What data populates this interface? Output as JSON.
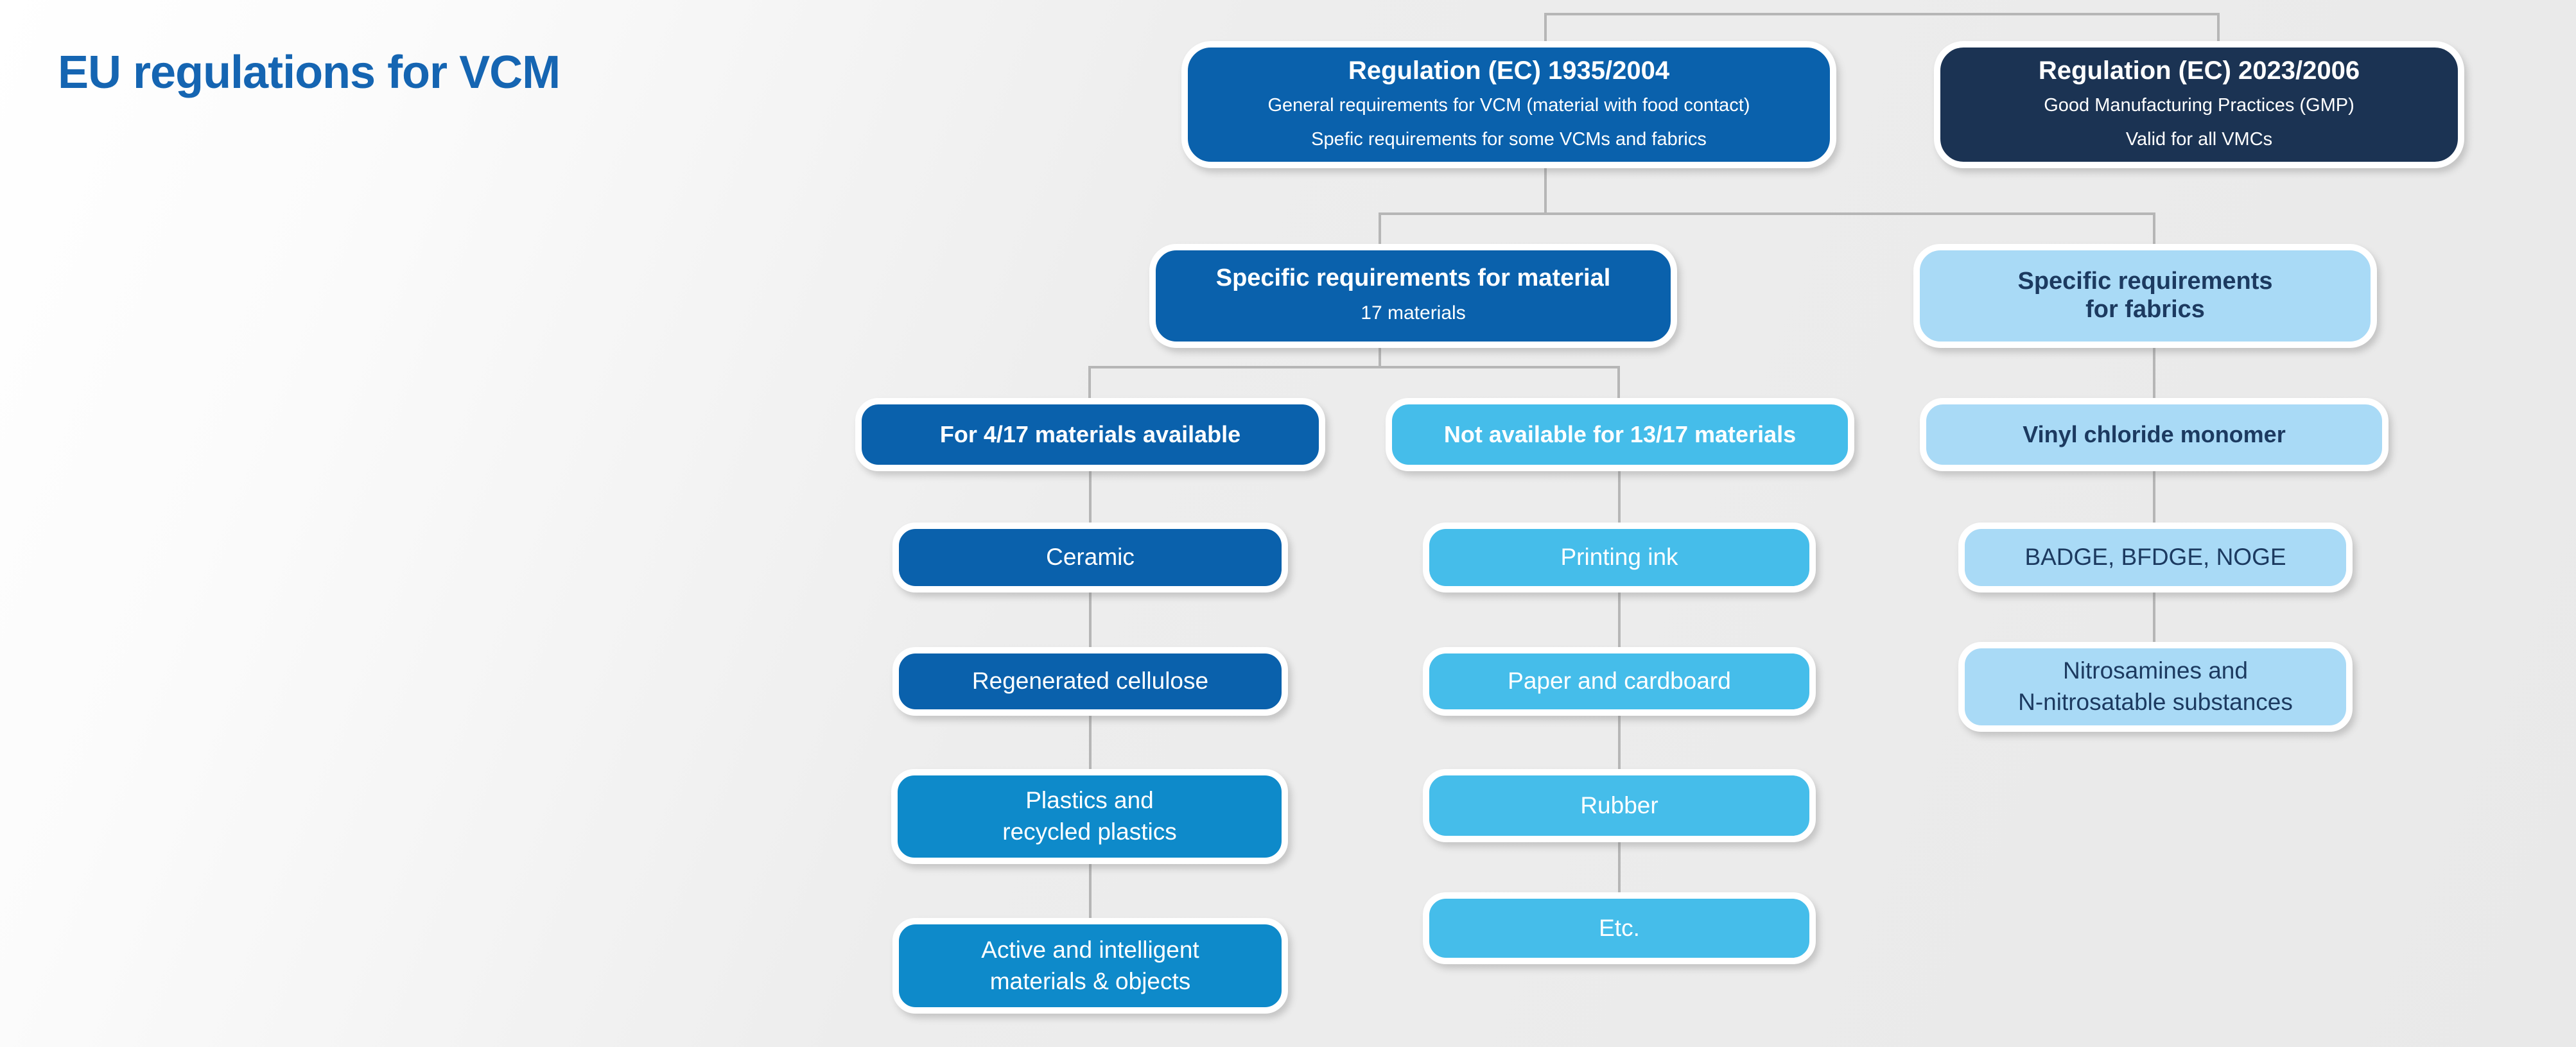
{
  "page": {
    "title": "EU regulations for VCM"
  },
  "colors": {
    "title_blue": "#1565b2",
    "medium_blue": "#0a61ac",
    "bright_blue": "#0e8aca",
    "cyan": "#45bdea",
    "light_blue": "#a9daf6",
    "navy_bg": "#1b3353",
    "navy_text": "#1c3a60",
    "connector_gray": "#b6b6b6",
    "white": "#ffffff"
  },
  "diagram": {
    "regulations": [
      {
        "title": "Regulation (EC) 1935/2004",
        "line1": "General requirements for VCM (material with food contact)",
        "line2": "Spefic requirements for some VCMs and fabrics"
      },
      {
        "title": "Regulation (EC) 2023/2006",
        "line1": "Good Manufacturing Practices (GMP)",
        "line2": "Valid for all VMCs"
      }
    ],
    "level2": [
      {
        "title": "Specific requirements for material",
        "subtitle": "17 materials"
      },
      {
        "title": "Specific requirements\nfor fabrics"
      }
    ],
    "level3": [
      {
        "label": "For 4/17 materials available"
      },
      {
        "label": "Not available for 13/17 materials"
      },
      {
        "label": "Vinyl chloride monomer"
      }
    ],
    "columns": {
      "available_materials": [
        {
          "label": "Ceramic"
        },
        {
          "label": "Regenerated cellulose"
        },
        {
          "label": "Plastics and\nrecycled plastics"
        },
        {
          "label": "Active and intelligent\nmaterials & objects"
        }
      ],
      "not_available_materials": [
        {
          "label": "Printing ink"
        },
        {
          "label": "Paper and cardboard"
        },
        {
          "label": "Rubber"
        },
        {
          "label": "Etc."
        }
      ],
      "fabric_items": [
        {
          "label": "BADGE, BFDGE, NOGE"
        },
        {
          "label": "Nitrosamines and\nN-nitrosatable substances"
        }
      ]
    }
  }
}
